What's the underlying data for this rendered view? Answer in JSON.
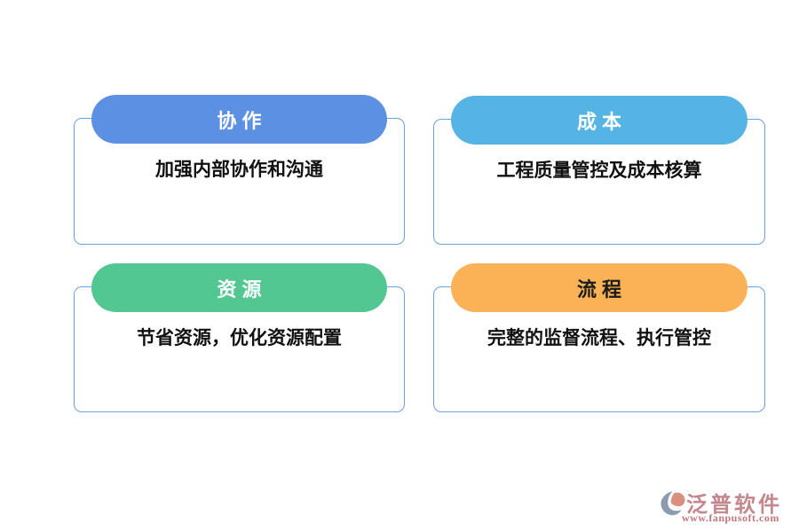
{
  "canvas": {
    "background": "#FFFFFF",
    "card_border_color": "#6F9FE6",
    "description_text_color": "#111111"
  },
  "cards": [
    {
      "title": "协 作",
      "description": "加强内部协作和沟通",
      "pill_color": "#5B90E2",
      "title_color": "#FFFFFF"
    },
    {
      "title": "成 本",
      "description": "工程质量管控及成本核算",
      "pill_color": "#55B4E3",
      "title_color": "#FFFFFF"
    },
    {
      "title": "资 源",
      "description": "节省资源，优化资源配置",
      "pill_color": "#53C791",
      "title_color": "#FFFFFF"
    },
    {
      "title": "流 程",
      "description": "完整的监督流程、执行管控",
      "pill_color": "#FBB156",
      "title_color": "#1B1B1B"
    }
  ],
  "watermark": {
    "brand": "泛普软件",
    "url": "www.fanpusoft.com",
    "brand_color": "#C4878E",
    "url_color": "#C4767E",
    "icon_primary_color": "#8C9BB0",
    "icon_accent_color": "#DB8F7E"
  }
}
